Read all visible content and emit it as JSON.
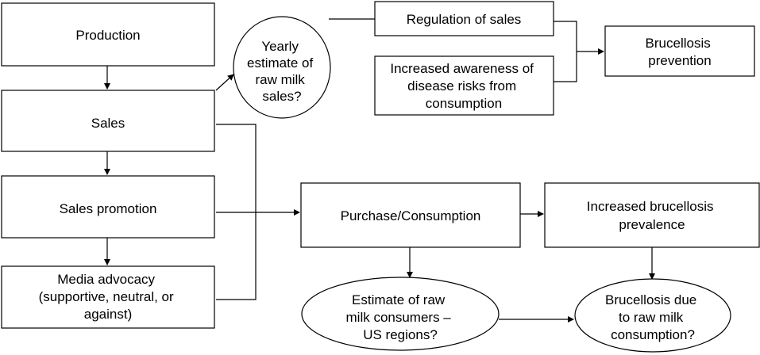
{
  "nodes": {
    "production": {
      "lines": [
        "Production"
      ]
    },
    "sales": {
      "lines": [
        "Sales"
      ]
    },
    "sales_promotion": {
      "lines": [
        "Sales promotion"
      ]
    },
    "media_advocacy": {
      "lines": [
        "Media advocacy",
        "(supportive, neutral, or",
        "against)"
      ]
    },
    "yearly_estimate": {
      "lines": [
        "Yearly",
        "estimate of",
        "raw milk",
        "sales?"
      ]
    },
    "regulation_of_sales": {
      "lines": [
        "Regulation of sales"
      ]
    },
    "increased_awareness": {
      "lines": [
        "Increased awareness of",
        "disease risks from",
        "consumption"
      ]
    },
    "brucellosis_prevention": {
      "lines": [
        "Brucellosis",
        "prevention"
      ]
    },
    "purchase_consumption": {
      "lines": [
        "Purchase/Consumption"
      ]
    },
    "increased_prevalence": {
      "lines": [
        "Increased brucellosis",
        "prevalence"
      ]
    },
    "estimate_consumers": {
      "lines": [
        "Estimate of raw",
        "milk consumers –",
        "US regions?"
      ]
    },
    "brucellosis_due": {
      "lines": [
        "Brucellosis due",
        "to raw milk",
        "consumption?"
      ]
    }
  }
}
